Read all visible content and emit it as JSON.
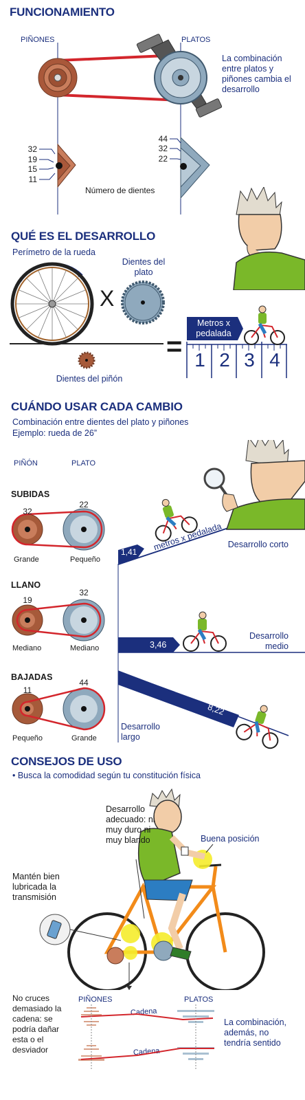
{
  "funcionamiento": {
    "title": "FUNCIONAMIENTO",
    "pinones_label": "PIÑONES",
    "platos_label": "PLATOS",
    "combination_note": "La combinación entre platos y piñones cambia el desarrollo",
    "pinion_teeth": [
      "32",
      "19",
      "15",
      "11"
    ],
    "plato_teeth": [
      "44",
      "32",
      "22"
    ],
    "teeth_caption": "Número de dientes"
  },
  "desarrollo": {
    "title": "QUÉ ES EL DESARROLLO",
    "perimetro": "Perímetro de la rueda",
    "dientes_plato": "Dientes del plato",
    "dientes_pinon": "Dientes del piñón",
    "metros_label": "Metros x pedalada",
    "scale": [
      "1",
      "2",
      "3",
      "4"
    ],
    "times": "X",
    "equals": "="
  },
  "cambio": {
    "title": "CUÁNDO USAR CADA CAMBIO",
    "subtitle1": "Combinación entre dientes del plato y piñones",
    "subtitle2": "Ejemplo: rueda de 26”",
    "col_pinon": "PIÑÓN",
    "col_plato": "PLATO",
    "rows": [
      {
        "name": "SUBIDAS",
        "pinon": "32",
        "plato": "22",
        "pinon_size": "Grande",
        "plato_size": "Pequeño",
        "value": "1,41",
        "unit": "metros x pedalada",
        "result": "Desarrollo corto"
      },
      {
        "name": "LLANO",
        "pinon": "19",
        "plato": "32",
        "pinon_size": "Mediano",
        "plato_size": "Mediano",
        "value": "3,46",
        "result": "Desarrollo medio"
      },
      {
        "name": "BAJADAS",
        "pinon": "11",
        "plato": "44",
        "pinon_size": "Pequeño",
        "plato_size": "Grande",
        "value": "8,22",
        "result": "Desarrollo largo"
      }
    ]
  },
  "consejos": {
    "title": "CONSEJOS DE USO",
    "bullet": "• Busca la comodidad según tu constitución física",
    "adecuado": "Desarrollo adecuado: ni muy duro ni muy blando",
    "posicion": "Buena posición",
    "lubricada": "Mantén bien lubricada la transmisión",
    "no_cruces": "No cruces demasiado la cadena: se podría dañar esta o el desviador",
    "sentido": "La combinación, además, no tendría sentido",
    "pinones": "PIÑONES",
    "platos": "PLATOS",
    "cadena": "Cadena"
  },
  "colors": {
    "title_blue": "#1b2f7d",
    "chain_red": "#d3262c",
    "steel": "#8fa9bd",
    "copper": "#a65a3a",
    "shirt_green": "#7ab829",
    "highlight_yellow": "#f5ec2c"
  }
}
